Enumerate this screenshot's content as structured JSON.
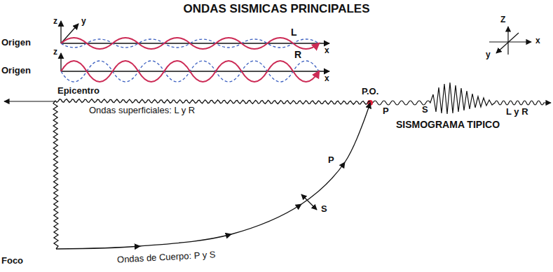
{
  "diagram": {
    "title": "ONDAS SISMICAS PRINCIPALES",
    "nodes": [
      {
        "text": [
          "Epicentro"
        ]
      },
      {
        "text": [
          "P.O."
        ]
      },
      {
        "text": [
          "Foco"
        ]
      }
    ],
    "edges": [
      {
        "from": 2,
        "to": 0,
        "arrow": "none"
      },
      {
        "from": 0,
        "to": 1,
        "label": "Ondas superficiales: L y R",
        "arrow": "none"
      },
      {
        "from": 2,
        "to": 1,
        "label": "Ondas de Cuerpo: P y S",
        "arrow": "to"
      }
    ],
    "labels": [
      "Origen",
      "L",
      "z",
      "y",
      "x",
      "Origen",
      "R",
      "z",
      "x",
      "Z",
      "x",
      "y",
      "S",
      "P",
      "P",
      "S",
      "L y R",
      "SISMOGRAMA TIPICO"
    ]
  }
}
